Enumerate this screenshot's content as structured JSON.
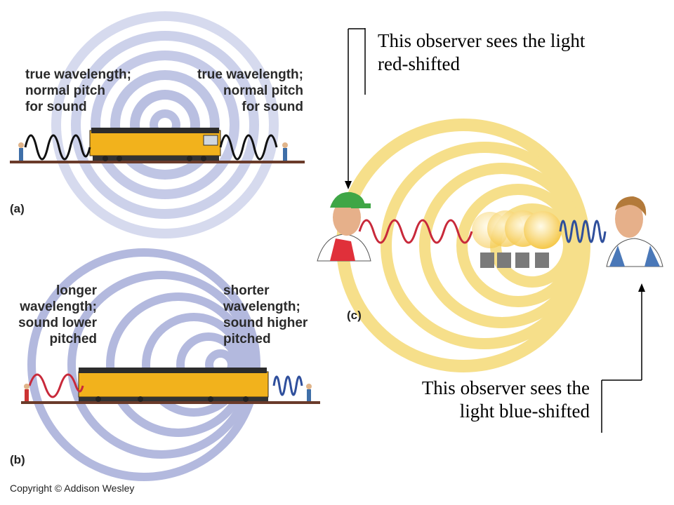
{
  "panel_a": {
    "letter": "(a)",
    "left_label": "true wavelength;\nnormal pitch\nfor sound",
    "right_label": "true wavelength;\nnormal pitch\nfor sound"
  },
  "panel_b": {
    "letter": "(b)",
    "left_label": "longer\nwavelength;\nsound lower\npitched",
    "right_label": "shorter\nwavelength;\nsound higher\npitched"
  },
  "panel_c": {
    "letter": "(c)",
    "top_annotation": "This observer sees the light\nred-shifted",
    "bottom_annotation": "This observer sees the\nlight blue-shifted"
  },
  "copyright": "Copyright © Addison Wesley",
  "colors": {
    "sound_ring": "#b8bddf",
    "light_ring": "#f6df8a",
    "red_wave": "#c8293a",
    "blue_wave": "#2f4f9c",
    "train": "#f2b21c",
    "black_wave": "#111111"
  }
}
